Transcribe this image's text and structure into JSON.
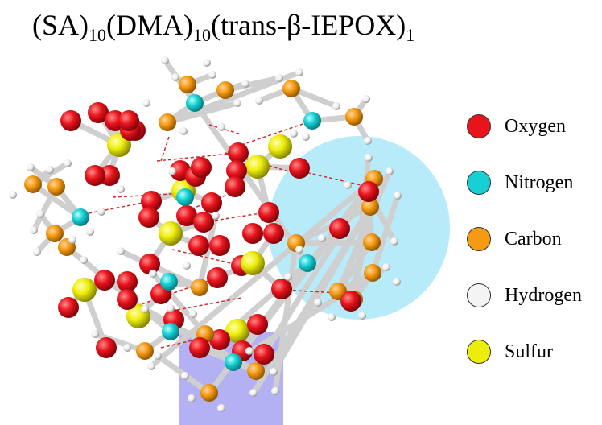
{
  "title": {
    "p1": "(SA)",
    "s1": "10",
    "p2": "(DMA)",
    "s2": "10",
    "p3": "(trans-β-IEPOX)",
    "s3": "1"
  },
  "legend": [
    {
      "label": "Oxygen",
      "color": "#e8141c"
    },
    {
      "label": "Nitrogen",
      "color": "#16d0d4"
    },
    {
      "label": "Carbon",
      "color": "#f59a12"
    },
    {
      "label": "Hydrogen",
      "color": "#f4f4f4"
    },
    {
      "label": "Sulfur",
      "color": "#eded0c"
    }
  ],
  "colors": {
    "highlight_circle": "#b8ebfa",
    "highlight_box": "#b4b0f4",
    "bond": "#cfcfcf",
    "hbond": "#cc2a2a"
  }
}
